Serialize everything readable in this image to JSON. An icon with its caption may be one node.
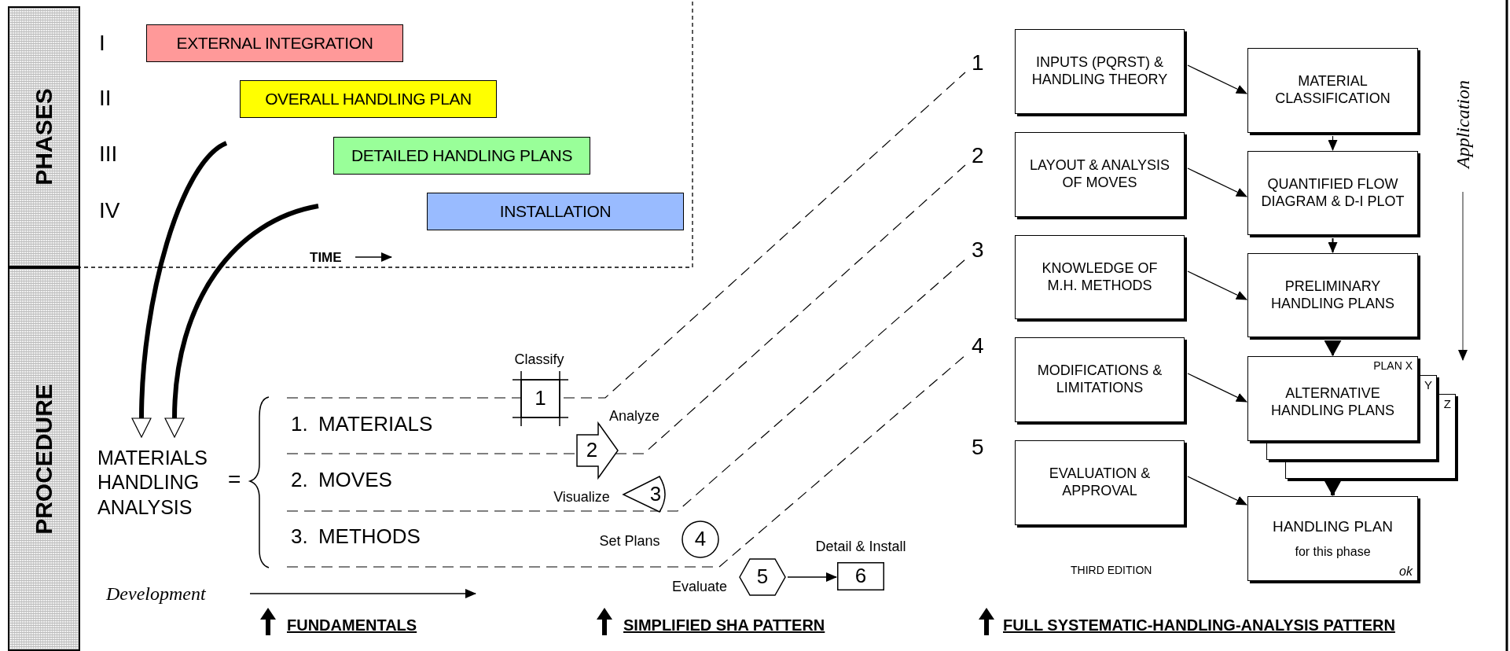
{
  "diagram": {
    "nodes": [
      {
        "text": [
          "PHASES"
        ]
      },
      {
        "text": [
          "PROCEDURE"
        ]
      },
      {
        "text": [
          "EXTERNAL INTEGRATION"
        ]
      },
      {
        "text": [
          "OVERALL HANDLING PLAN"
        ]
      },
      {
        "text": [
          "DETAILED HANDLING PLANS"
        ]
      },
      {
        "text": [
          "INSTALLATION"
        ]
      },
      {
        "text": [
          "MATERIALS HANDLING ANALYSIS"
        ]
      },
      {
        "text": [
          "1"
        ],
        "beside": [
          "Classify"
        ]
      },
      {
        "text": [
          "2"
        ],
        "beside": [
          "Analyze"
        ]
      },
      {
        "text": [
          "3"
        ],
        "beside": [
          "Visualize"
        ]
      },
      {
        "text": [
          "4"
        ],
        "beside": [
          "Set Plans"
        ]
      },
      {
        "text": [
          "5"
        ],
        "beside": [
          "Evaluate"
        ]
      },
      {
        "text": [
          "6"
        ],
        "beside": [
          "Detail & Install"
        ]
      },
      {
        "text": [
          "INPUTS (PQRST) & HANDLING THEORY"
        ]
      },
      {
        "text": [
          "MATERIAL CLASSIFICATION"
        ]
      },
      {
        "text": [
          "LAYOUT & ANALYSIS OF MOVES"
        ]
      },
      {
        "text": [
          "QUANTIFIED FLOW DIAGRAM & D-I PLOT"
        ]
      },
      {
        "text": [
          "KNOWLEDGE OF M.H. METHODS"
        ]
      },
      {
        "text": [
          "PRELIMINARY HANDLING PLANS"
        ]
      },
      {
        "text": [
          "MODIFICATIONS & LIMITATIONS"
        ]
      },
      {
        "text": [
          "PLAN X",
          "ALTERNATIVE HANDLING PLANS"
        ]
      },
      {
        "text": [
          "Y"
        ]
      },
      {
        "text": [
          "Z"
        ]
      },
      {
        "text": [
          "EVALUATION & APPROVAL"
        ]
      },
      {
        "text": [
          "HANDLING PLAN",
          "for this phase",
          "ok"
        ]
      }
    ],
    "edges": [
      {
        "from": null,
        "to": 6,
        "arrow": "to",
        "style": "thick"
      },
      {
        "from": null,
        "to": 6,
        "arrow": "to",
        "style": "thick"
      },
      {
        "from": 11,
        "to": 12,
        "arrow": "to"
      },
      {
        "from": 13,
        "to": 14,
        "arrow": "to"
      },
      {
        "from": 15,
        "to": 16,
        "arrow": "to"
      },
      {
        "from": 17,
        "to": 18,
        "arrow": "to"
      },
      {
        "from": 19,
        "to": 20,
        "arrow": "to"
      },
      {
        "from": 23,
        "to": 24,
        "arrow": "to"
      },
      {
        "from": 14,
        "to": 16,
        "arrow": "to"
      },
      {
        "from": 16,
        "to": 18,
        "arrow": "to"
      },
      {
        "from": 18,
        "to": 20,
        "arrow": "to"
      },
      {
        "from": 22,
        "to": 24,
        "arrow": "to",
        "style": "thick"
      }
    ],
    "labels": [
      "I",
      "II",
      "III",
      "IV",
      "TIME",
      "=",
      "1. MATERIALS",
      "2. MOVES",
      "3. METHODS",
      "Development",
      "1",
      "2",
      "3",
      "4",
      "5",
      "THIRD EDITION",
      "Application",
      "FUNDAMENTALS",
      "SIMPLIFIED SHA PATTERN",
      "FULL SYSTEMATIC-HANDLING-ANALYSIS PATTERN"
    ]
  }
}
